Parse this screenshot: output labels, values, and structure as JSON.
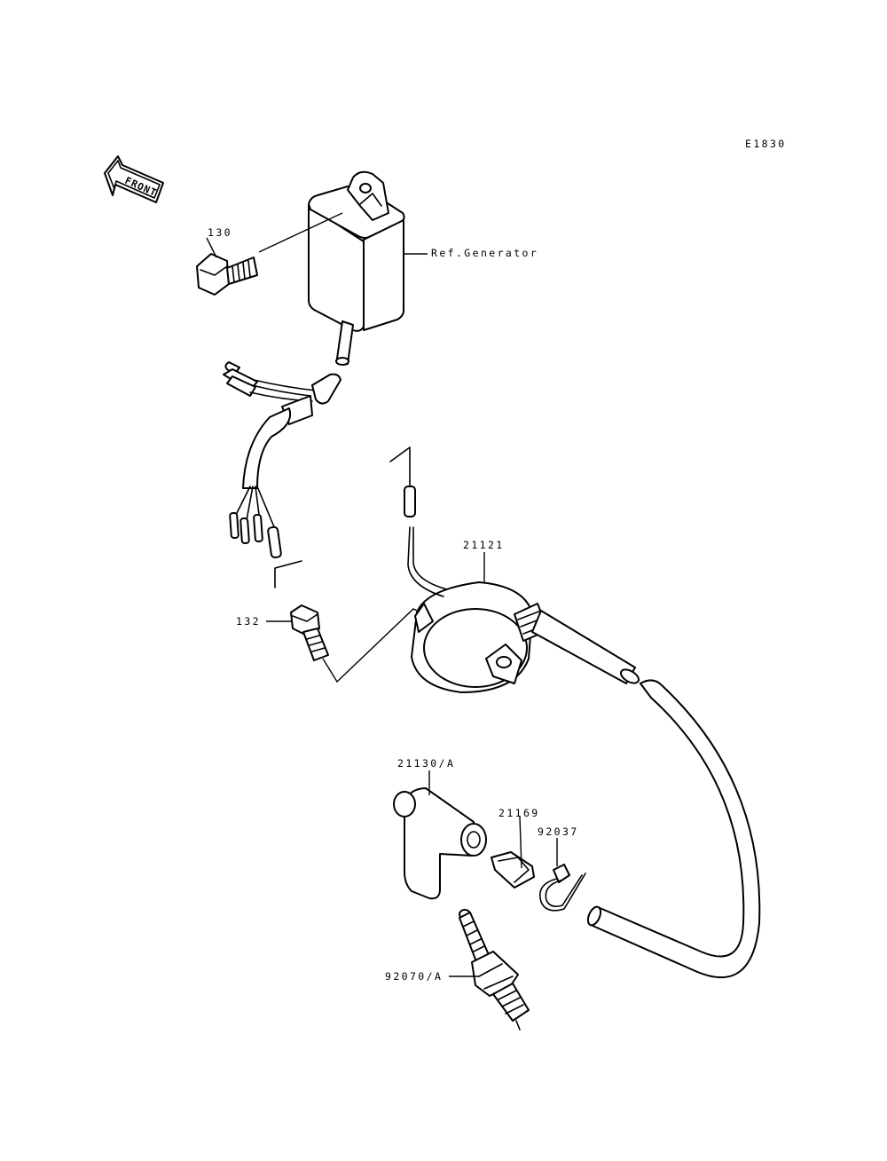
{
  "diagram": {
    "code": "E1830",
    "front_label": "FRONT",
    "labels": {
      "bolt_130": "130",
      "ref_generator": "Ref.Generator",
      "bolt_132": "132",
      "coil_21121": "21121",
      "cap_21130a": "21130/A",
      "clip_21169": "21169",
      "band_92037": "92037",
      "plug_92070a": "92070/A"
    }
  }
}
